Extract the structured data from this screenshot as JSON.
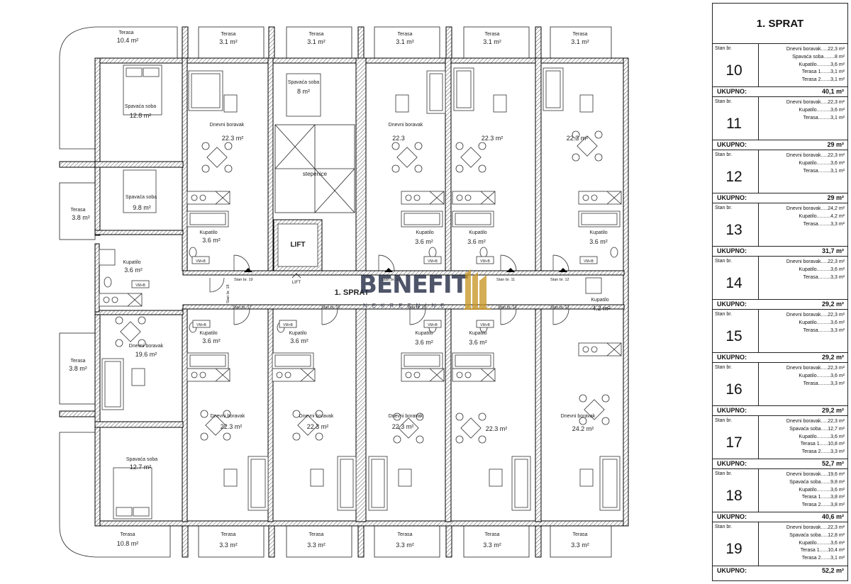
{
  "plan": {
    "center_label": "1. SPRAT",
    "stair_label": "stepenice",
    "lift_label": "LIFT",
    "lift_arrow_label": "LIFT",
    "vmb": "VM+B",
    "top_terraces": [
      {
        "name": "Terasa",
        "area": "10.4 m²"
      },
      {
        "name": "Terasa",
        "area": "3.1 m²"
      },
      {
        "name": "Terasa",
        "area": "3.1 m²"
      },
      {
        "name": "Terasa",
        "area": "3.1 m²"
      },
      {
        "name": "Terasa",
        "area": "3.1 m²"
      },
      {
        "name": "Terasa",
        "area": "3.1 m²"
      }
    ],
    "bottom_terraces": [
      {
        "name": "Terasa",
        "area": "10.8 m²"
      },
      {
        "name": "Terasa",
        "area": "3.3 m²"
      },
      {
        "name": "Terasa",
        "area": "3.3 m²"
      },
      {
        "name": "Terasa",
        "area": "3.3 m²"
      },
      {
        "name": "Terasa",
        "area": "3.3 m²"
      },
      {
        "name": "Terasa",
        "area": "3.3 m²"
      }
    ],
    "left_terraces": [
      {
        "name": "Terasa",
        "area": "3.8 m²"
      },
      {
        "name": "Terasa",
        "area": "3.8 m²"
      }
    ],
    "rooms": [
      {
        "name": "Spavaća soba",
        "area": "12.8 m²"
      },
      {
        "name": "Spavaća soba",
        "area": "9.8 m²"
      },
      {
        "name": "Spavaća soba",
        "area": "8 m²"
      },
      {
        "name": "Spavaća soba",
        "area": "12.7 m²"
      },
      {
        "name": "Kupatilo",
        "area": "3.6 m²"
      },
      {
        "name": "Kupatilo",
        "area": "3.6 m²"
      },
      {
        "name": "Kupatilo",
        "area": "3.6 m²"
      },
      {
        "name": "Kupatilo",
        "area": "3.6 m²"
      },
      {
        "name": "Kupatilo",
        "area": "3.6 m²"
      },
      {
        "name": "Kupatilo",
        "area": "4.2 m²"
      },
      {
        "name": "Kupatilo",
        "area": "3.6 m²"
      },
      {
        "name": "Kupatilo",
        "area": "3.6 m²"
      },
      {
        "name": "Kupatilo",
        "area": "3.6 m²"
      },
      {
        "name": "Kupatilo",
        "area": "3.6 m²"
      },
      {
        "name": "Dnevni boravak",
        "area": "22.3 m²"
      },
      {
        "name": "Dnevni boravak",
        "area": "22.3"
      },
      {
        "name": "",
        "area": "22.3 m²"
      },
      {
        "name": "",
        "area": "22.3 m²"
      },
      {
        "name": "Dnevni boravak",
        "area": "19.6 m²"
      },
      {
        "name": "Dnevni boravak",
        "area": "22.3 m²"
      },
      {
        "name": "Dnevni boravak",
        "area": "22.3 m²"
      },
      {
        "name": "Dnevni boravak",
        "area": "22.3 m²"
      },
      {
        "name": "",
        "area": "22.3 m²"
      },
      {
        "name": "Dnevni boravak",
        "area": "24.2 m²"
      }
    ],
    "door_labels": [
      "Stan br. 19",
      "Stan br. 10",
      "Stan br. 11",
      "Stan br. 12",
      "Stan br. 17",
      "Stan br. 16",
      "Stan br. 15",
      "Stan br. 14",
      "Stan br. 13",
      "Stan br. 18"
    ]
  },
  "brand": {
    "word": "BENEFIT",
    "sub": "NEKRETNINE",
    "color": "#283048"
  },
  "legend": {
    "title": "1. SPRAT",
    "unit_label": "Stan br.",
    "total_label": "UKUPNO:",
    "units": [
      {
        "no": "10",
        "rooms": [
          "Dnevni boravak.....22,3 m²",
          "Spavaća soba........8 m²",
          "Kupatilo..........3,6 m²",
          "Terasa 1.......3,1 m²",
          "Terasa 2.......3,1 m²"
        ],
        "total": "40,1 m²"
      },
      {
        "no": "11",
        "rooms": [
          "Dnevni boravak.....22,3 m²",
          "Kupatilo..........3,6 m²",
          "Terasa.........3,1 m²"
        ],
        "total": "29 m²"
      },
      {
        "no": "12",
        "rooms": [
          "Dnevni boravak.....22,3 m²",
          "Kupatilo..........3,6 m²",
          "Terasa.........3,1 m²"
        ],
        "total": "29 m²"
      },
      {
        "no": "13",
        "rooms": [
          "Dnevni boravak.....24,2 m²",
          "Kupatilo..........4,2 m²",
          "Terasa.........3,3 m²"
        ],
        "total": "31,7 m²"
      },
      {
        "no": "14",
        "rooms": [
          "Dnevni boravak.....22,3 m²",
          "Kupatilo..........3,6 m²",
          "Terasa.........3,3 m²"
        ],
        "total": "29,2 m²"
      },
      {
        "no": "15",
        "rooms": [
          "Dnevni boravak.....22,3 m²",
          "Kupatilo..........3,6 m²",
          "Terasa.........3,3 m²"
        ],
        "total": "29,2 m²"
      },
      {
        "no": "16",
        "rooms": [
          "Dnevni boravak.....22,3 m²",
          "Kupatilo..........3,6 m²",
          "Terasa.........3,3 m²"
        ],
        "total": "29,2 m²"
      },
      {
        "no": "17",
        "rooms": [
          "Dnevni boravak.....22,3 m²",
          "Spavaća soba.....12,7 m²",
          "Kupatilo..........3,6 m²",
          "Terasa 1......10,8 m²",
          "Terasa 2.......3,3 m²"
        ],
        "total": "52,7 m²"
      },
      {
        "no": "18",
        "rooms": [
          "Dnevni boravak.....19,6 m²",
          "Spavaća soba.......9,8 m²",
          "Kupatilo..........3,6 m²",
          "Terasa 1.......3,8 m²",
          "Terasa 2.......3,8 m²"
        ],
        "total": "40,6 m²"
      },
      {
        "no": "19",
        "rooms": [
          "Dnevni boravak.....22,3 m²",
          "Spavaća soba.....12,8 m²",
          "Kupatilo..........3,6 m²",
          "Terasa 1......10,4 m²",
          "Terasa 2.......3,1 m²"
        ],
        "total": "52,2 m²"
      }
    ]
  }
}
